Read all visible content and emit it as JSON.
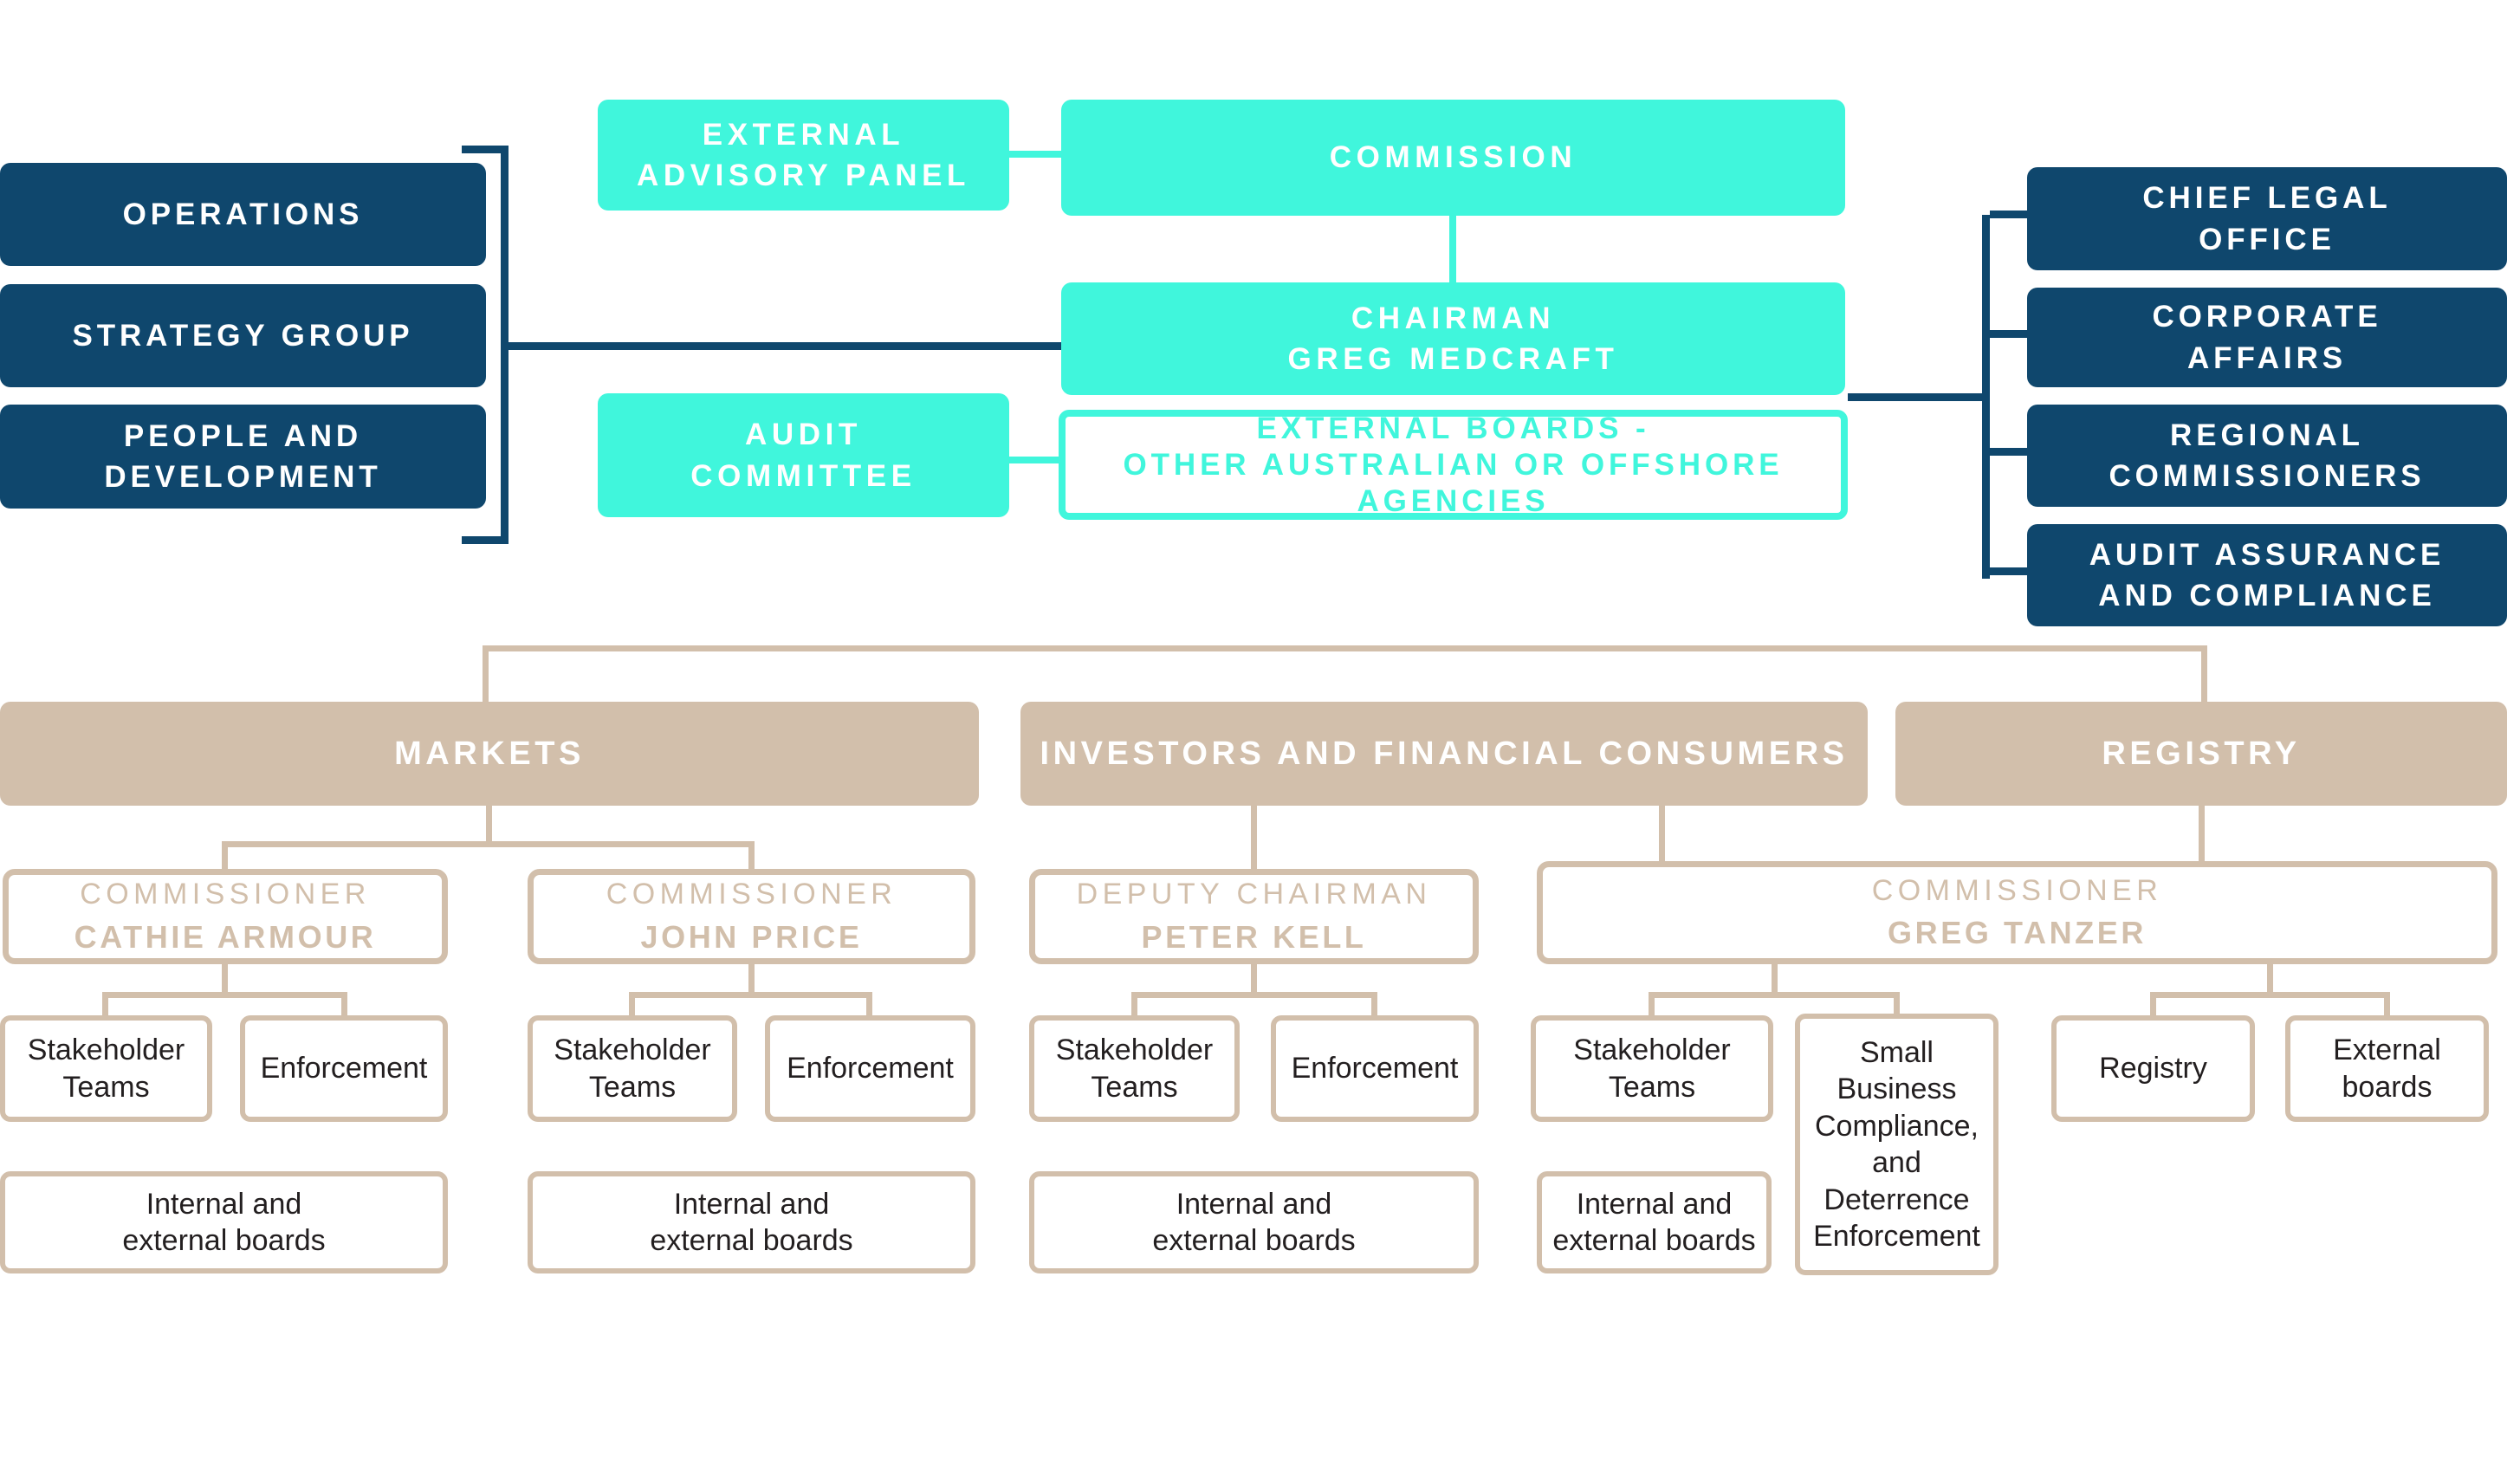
{
  "colors": {
    "navy": "#0F476D",
    "teal": "#40F6DC",
    "tan": "#D2BFAB",
    "text_dark": "#231F20",
    "white": "#FFFFFF"
  },
  "executive": {
    "groups": [
      {
        "label": "OPERATIONS"
      },
      {
        "label": "STRATEGY GROUP"
      },
      {
        "label": "PEOPLE AND\nDEVELOPMENT"
      }
    ],
    "external_advisory_panel": "EXTERNAL\nADVISORY PANEL",
    "commission": "COMMISSION",
    "chairman": {
      "title": "CHAIRMAN",
      "name": "GREG MEDCRAFT"
    },
    "audit_committee": "AUDIT\nCOMMITTEE",
    "external_boards_agencies": "EXTERNAL BOARDS -\nOTHER AUSTRALIAN OR OFFSHORE\nAGENCIES",
    "offices": [
      {
        "label": "CHIEF LEGAL\nOFFICE"
      },
      {
        "label": "CORPORATE\nAFFAIRS"
      },
      {
        "label": "REGIONAL\nCOMMISSIONERS"
      },
      {
        "label": "AUDIT ASSURANCE\nAND COMPLIANCE"
      }
    ]
  },
  "divisions": {
    "headers": [
      {
        "label": "MARKETS"
      },
      {
        "label": "INVESTORS AND FINANCIAL CONSUMERS"
      },
      {
        "label": "REGISTRY"
      }
    ],
    "leaders": [
      {
        "title": "COMMISSIONER",
        "name": "CATHIE ARMOUR"
      },
      {
        "title": "COMMISSIONER",
        "name": "JOHN PRICE"
      },
      {
        "title": "DEPUTY CHAIRMAN",
        "name": "PETER KELL"
      },
      {
        "title": "COMMISSIONER",
        "name": "GREG TANZER"
      }
    ],
    "teams": {
      "stakeholder_teams": "Stakeholder\nTeams",
      "enforcement": "Enforcement",
      "internal_external_boards": "Internal and\nexternal boards",
      "small_business": "Small\nBusiness\nCompliance,\nand\nDeterrence\nEnforcement",
      "registry": "Registry",
      "external_boards": "External\nboards"
    }
  }
}
